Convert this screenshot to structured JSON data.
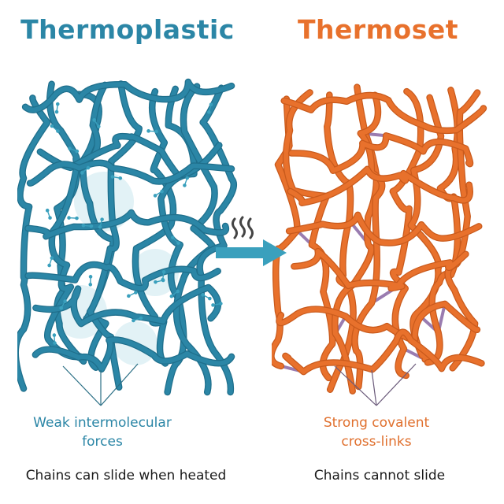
{
  "titles": {
    "left": "Thermoplastic",
    "right": "Thermoset"
  },
  "annotations": {
    "left_line1": "Weak intermolecular",
    "left_line2": "forces",
    "right_line1": "Strong covalent",
    "right_line2": "cross-links"
  },
  "captions": {
    "left": "Chains can slide when heated",
    "right": "Chains cannot slide"
  },
  "colors": {
    "thermoplastic": "#2b86a6",
    "thermoplastic_dark": "#1f6f8c",
    "thermoset": "#e8712c",
    "thermoset_dark": "#c95a1c",
    "crosslink": "#9a7cb0",
    "arrow": "#3aa0bd",
    "heat": "#444444"
  },
  "icons": {
    "heat": "heat-waves-icon",
    "arrow": "right-arrow-icon"
  }
}
